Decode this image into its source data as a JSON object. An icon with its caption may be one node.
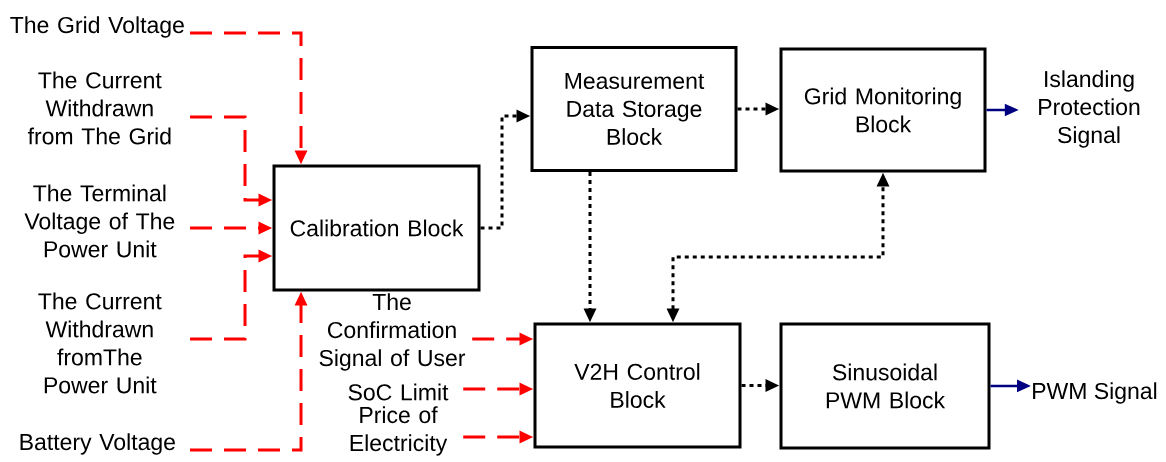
{
  "diagram": {
    "nodes": [
      {
        "text": [
          "The Grid Voltage"
        ]
      },
      {
        "text": [
          "The Current Withdrawn from The Grid"
        ]
      },
      {
        "text": [
          "The Terminal Voltage of The Power Unit"
        ]
      },
      {
        "text": [
          "The Current Withdrawn fromThe Power Unit"
        ]
      },
      {
        "text": [
          "Battery Voltage"
        ]
      },
      {
        "text": [
          "Calibration Block"
        ]
      },
      {
        "text": [
          "The Confirmation Signal of User"
        ]
      },
      {
        "text": [
          "SoC Limit"
        ]
      },
      {
        "text": [
          "Price of Electricity"
        ]
      },
      {
        "text": [
          "Measurement Data Storage Block"
        ]
      },
      {
        "text": [
          "Grid Monitoring Block"
        ]
      },
      {
        "text": [
          "V2H Control Block"
        ]
      },
      {
        "text": [
          "Sinusoidal PWM Block"
        ]
      },
      {
        "text": [
          "Islanding Protection Signal"
        ]
      },
      {
        "text": [
          "PWM Signal"
        ]
      }
    ],
    "edges": [
      {
        "from": 0,
        "to": 5,
        "arrow": "to",
        "style": "dashed"
      },
      {
        "from": 1,
        "to": 5,
        "arrow": "to",
        "style": "dashed"
      },
      {
        "from": 2,
        "to": 5,
        "arrow": "to",
        "style": "dashed"
      },
      {
        "from": 3,
        "to": 5,
        "arrow": "to",
        "style": "dashed"
      },
      {
        "from": 4,
        "to": 5,
        "arrow": "to",
        "style": "dashed"
      },
      {
        "from": 6,
        "to": 11,
        "arrow": "to",
        "style": "dashed"
      },
      {
        "from": 7,
        "to": 11,
        "arrow": "to",
        "style": "dashed"
      },
      {
        "from": 8,
        "to": 11,
        "arrow": "to",
        "style": "dashed"
      },
      {
        "from": 5,
        "to": 9,
        "arrow": "to",
        "style": "dashed",
        "color": "#000000"
      },
      {
        "from": 9,
        "to": 10,
        "arrow": "to",
        "style": "dashed",
        "color": "#000000"
      },
      {
        "from": 9,
        "to": 11,
        "arrow": "to",
        "style": "dashed",
        "color": "#000000"
      },
      {
        "from": 11,
        "to": 10,
        "arrow": "both",
        "style": "dashed",
        "color": "#000000"
      },
      {
        "from": 11,
        "to": 12,
        "arrow": "to",
        "style": "dashed",
        "color": "#000000"
      },
      {
        "from": 10,
        "to": 13,
        "arrow": "to",
        "color": "#000080"
      },
      {
        "from": 12,
        "to": 14,
        "arrow": "to",
        "color": "#000080"
      }
    ]
  }
}
